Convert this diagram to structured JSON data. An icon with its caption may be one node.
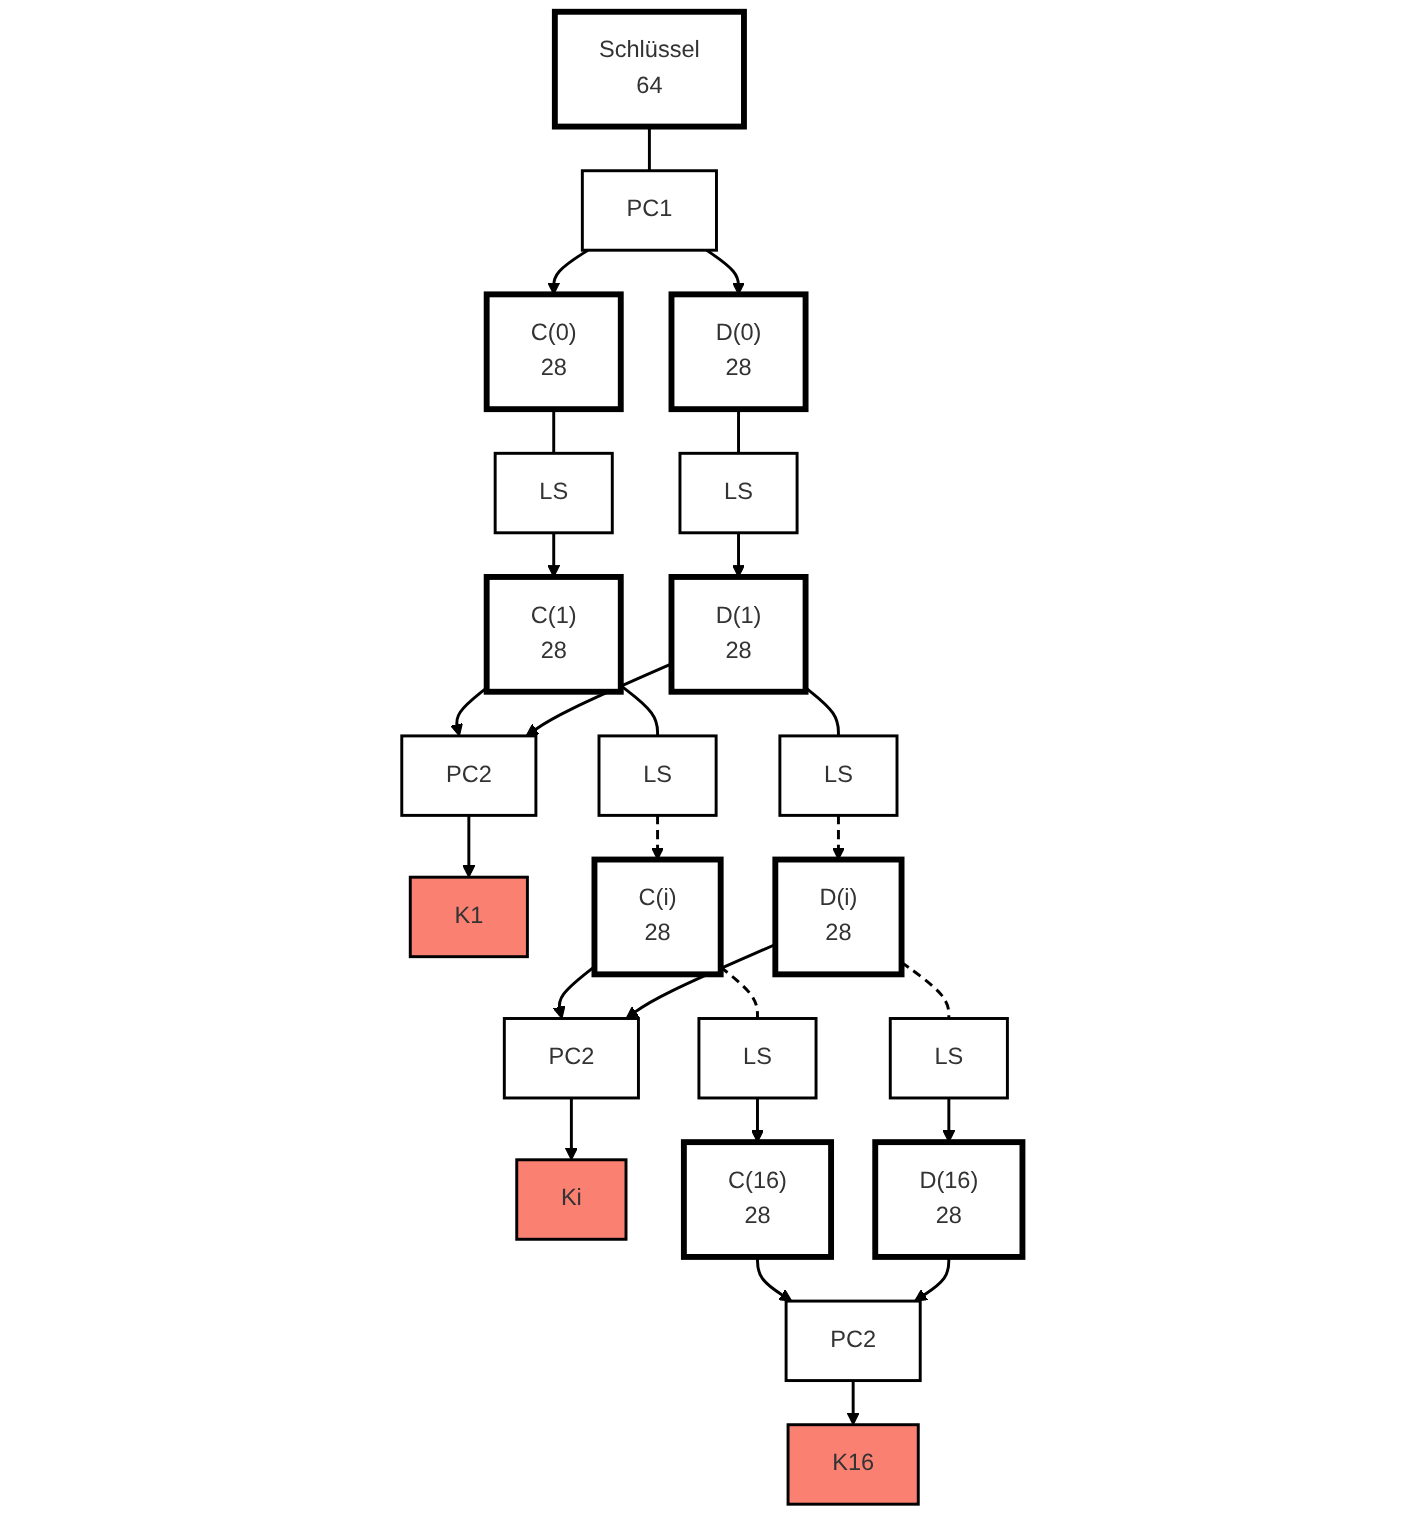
{
  "diagram": {
    "nodes": [
      {
        "text": [
          "Schlüssel",
          "64"
        ]
      },
      {
        "text": [
          "PC1"
        ]
      },
      {
        "text": [
          "C(0)",
          "28"
        ]
      },
      {
        "text": [
          "D(0)",
          "28"
        ]
      },
      {
        "text": [
          "LS"
        ]
      },
      {
        "text": [
          "LS"
        ]
      },
      {
        "text": [
          "C(1)",
          "28"
        ]
      },
      {
        "text": [
          "D(1)",
          "28"
        ]
      },
      {
        "text": [
          "PC2"
        ]
      },
      {
        "text": [
          "LS"
        ]
      },
      {
        "text": [
          "LS"
        ]
      },
      {
        "text": [
          "K1"
        ]
      },
      {
        "text": [
          "C(i)",
          "28"
        ]
      },
      {
        "text": [
          "D(i)",
          "28"
        ]
      },
      {
        "text": [
          "PC2"
        ]
      },
      {
        "text": [
          "LS"
        ]
      },
      {
        "text": [
          "LS"
        ]
      },
      {
        "text": [
          "Ki"
        ]
      },
      {
        "text": [
          "C(16)",
          "28"
        ]
      },
      {
        "text": [
          "D(16)",
          "28"
        ]
      },
      {
        "text": [
          "PC2"
        ]
      },
      {
        "text": [
          "K16"
        ]
      }
    ],
    "edges": [
      {
        "from": 0,
        "to": 1,
        "arrow": "none"
      },
      {
        "from": 1,
        "to": 2,
        "arrow": "to"
      },
      {
        "from": 1,
        "to": 3,
        "arrow": "to"
      },
      {
        "from": 2,
        "to": 4,
        "arrow": "none"
      },
      {
        "from": 3,
        "to": 5,
        "arrow": "none"
      },
      {
        "from": 4,
        "to": 6,
        "arrow": "to"
      },
      {
        "from": 5,
        "to": 7,
        "arrow": "to"
      },
      {
        "from": 6,
        "to": 8,
        "arrow": "to"
      },
      {
        "from": 7,
        "to": 8,
        "arrow": "to"
      },
      {
        "from": 6,
        "to": 9,
        "arrow": "none"
      },
      {
        "from": 7,
        "to": 10,
        "arrow": "none"
      },
      {
        "from": 8,
        "to": 11,
        "arrow": "to"
      },
      {
        "from": 9,
        "to": 12,
        "arrow": "to",
        "style": "dashed"
      },
      {
        "from": 10,
        "to": 13,
        "arrow": "to",
        "style": "dashed"
      },
      {
        "from": 12,
        "to": 14,
        "arrow": "to"
      },
      {
        "from": 13,
        "to": 14,
        "arrow": "to"
      },
      {
        "from": 12,
        "to": 15,
        "arrow": "none",
        "style": "dashed"
      },
      {
        "from": 13,
        "to": 16,
        "arrow": "none",
        "style": "dashed"
      },
      {
        "from": 14,
        "to": 17,
        "arrow": "to"
      },
      {
        "from": 15,
        "to": 18,
        "arrow": "to"
      },
      {
        "from": 16,
        "to": 19,
        "arrow": "to"
      },
      {
        "from": 18,
        "to": 20,
        "arrow": "to"
      },
      {
        "from": 19,
        "to": 20,
        "arrow": "to"
      },
      {
        "from": 20,
        "to": 21,
        "arrow": "to"
      }
    ]
  }
}
